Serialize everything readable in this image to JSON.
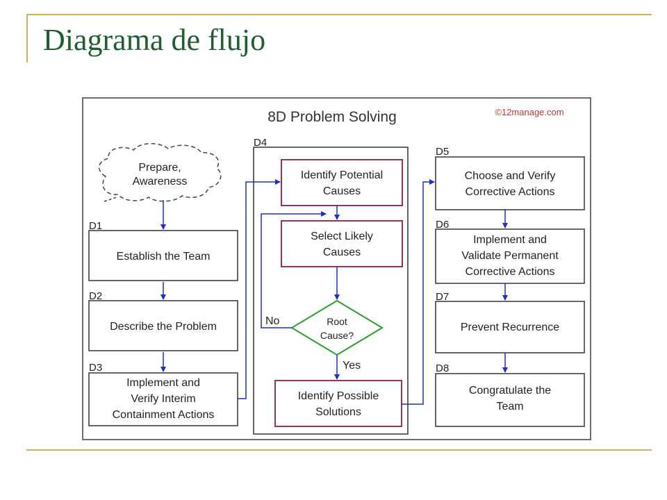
{
  "slide": {
    "title": "Diagrama de flujo"
  },
  "diagram": {
    "title": "8D Problem Solving",
    "copyright": "©12manage.com",
    "labels": {
      "d1": "D1",
      "d2": "D2",
      "d3": "D3",
      "d4": "D4",
      "d5": "D5",
      "d6": "D6",
      "d7": "D7",
      "d8": "D8"
    },
    "cloud": {
      "line1": "Prepare,",
      "line2": "Awareness"
    },
    "steps": {
      "establish": "Establish the Team",
      "describe": "Describe the Problem",
      "interim": [
        "Implement and",
        "Verify Interim",
        "Containment Actions"
      ],
      "identify_potential": [
        "Identify Potential",
        "Causes"
      ],
      "select_likely": [
        "Select Likely",
        "Causes"
      ],
      "identify_solutions": [
        "Identify Possible",
        "Solutions"
      ],
      "choose_verify": [
        "Choose and Verify",
        "Corrective Actions"
      ],
      "implement_validate": [
        "Implement and",
        "Validate Permanent",
        "Corrective Actions"
      ],
      "prevent": "Prevent Recurrence",
      "congratulate": [
        "Congratulate the",
        "Team"
      ]
    },
    "decision": {
      "line1": "Root",
      "line2": "Cause?"
    },
    "branches": {
      "no": "No",
      "yes": "Yes"
    },
    "colors": {
      "arrow": "#1a2fcf",
      "red_border": "#a03050",
      "green_border": "#2aa02a",
      "box_border": "#333333"
    }
  }
}
